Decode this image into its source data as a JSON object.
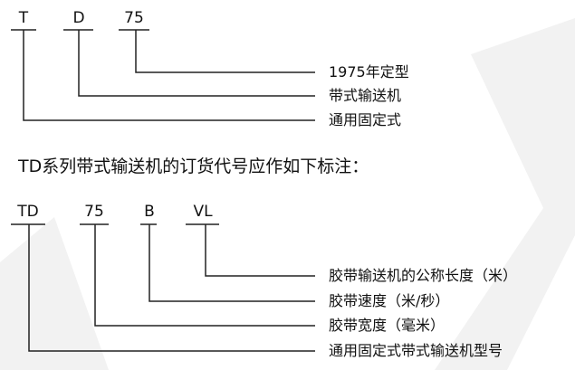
{
  "diagram1": {
    "codes": [
      "T",
      "D",
      "75"
    ],
    "labels": [
      "1975年定型",
      "带式输送机",
      "通用固定式"
    ]
  },
  "title": "TD系列带式输送机的订货代号应作如下标注：",
  "diagram2": {
    "codes": [
      "TD",
      "75",
      "B",
      "VL"
    ],
    "labels": [
      "胶带输送机的公称长度（米）",
      "胶带速度（米/秒）",
      "胶带宽度（毫米）",
      "通用固定式带式输送机型号"
    ]
  }
}
